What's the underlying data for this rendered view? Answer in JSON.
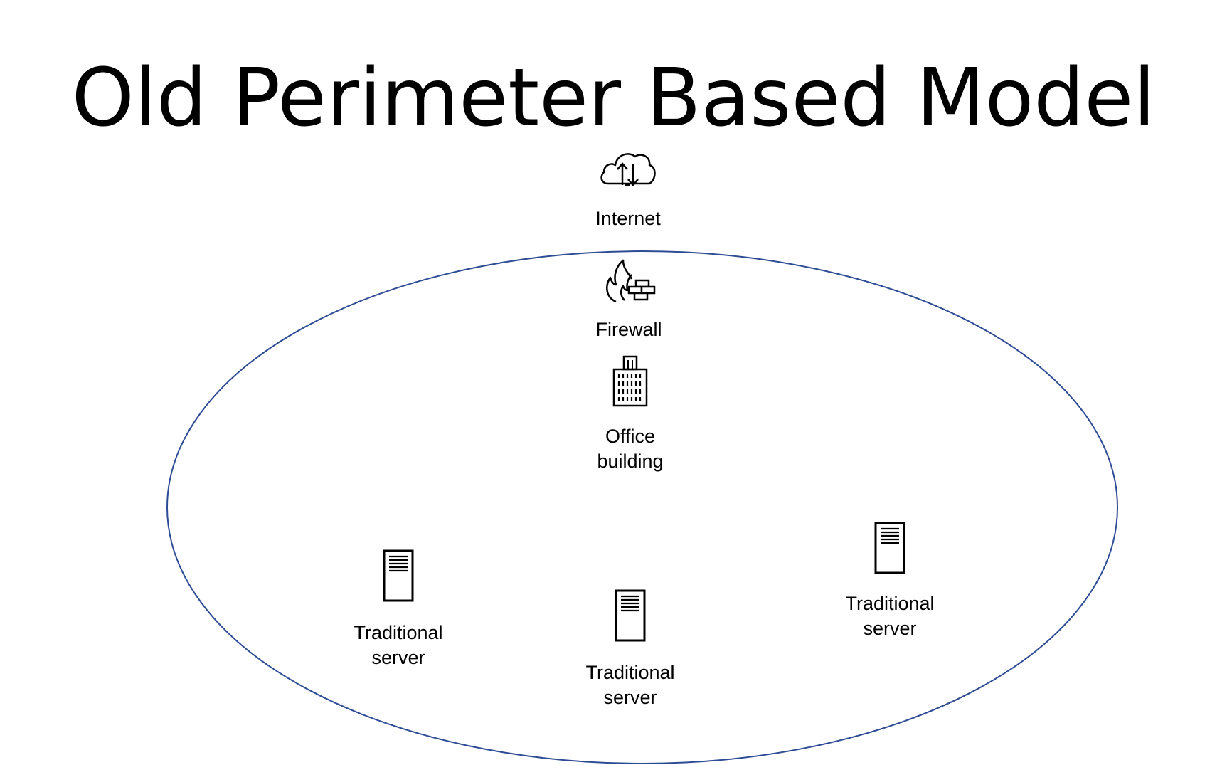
{
  "title": "Old Perimeter Based Model",
  "colors": {
    "perimeter": "#2E4C95",
    "icon": "#000000",
    "text": "#000000"
  },
  "nodes": {
    "internet": {
      "label": "Internet",
      "icon": "cloud-upload-download-icon"
    },
    "firewall": {
      "label": "Firewall",
      "icon": "firewall-icon"
    },
    "office": {
      "label": "Office\nbuilding",
      "icon": "office-building-icon"
    },
    "server_left": {
      "label": "Traditional\nserver",
      "icon": "server-icon"
    },
    "server_center": {
      "label": "Traditional\nserver",
      "icon": "server-icon"
    },
    "server_right": {
      "label": "Traditional\nserver",
      "icon": "server-icon"
    }
  }
}
